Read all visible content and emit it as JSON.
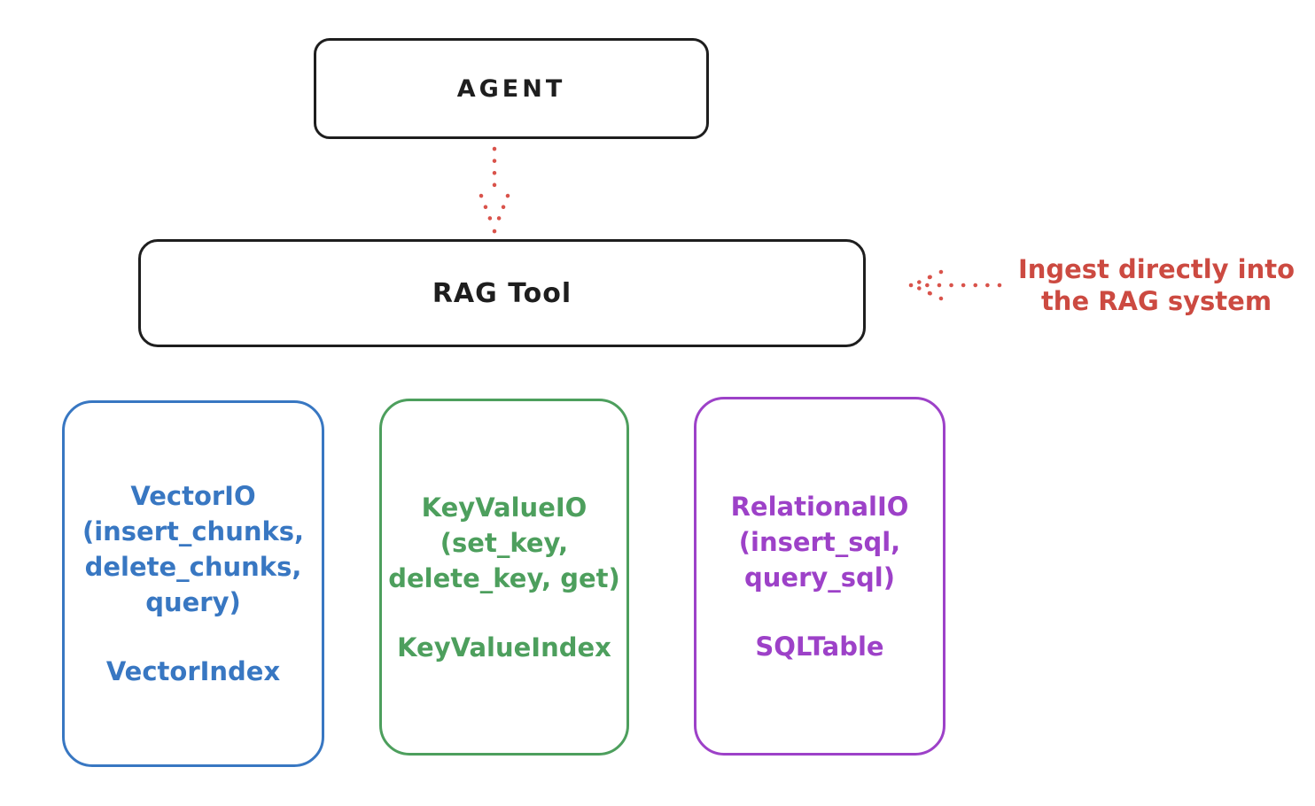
{
  "diagram": {
    "agent": {
      "label": "AGENT"
    },
    "rag_tool": {
      "label": "RAG Tool"
    },
    "annotation": {
      "line1": "Ingest directly into",
      "line2": "the RAG system"
    },
    "backends": [
      {
        "name": "vector-io",
        "line1": "VectorIO",
        "line2": "(insert_chunks,",
        "line3": "delete_chunks,",
        "line4": "query)",
        "index_label": "VectorIndex",
        "color": "#3877c2"
      },
      {
        "name": "keyvalue-io",
        "line1": "KeyValueIO",
        "line2": "(set_key,",
        "line3": "delete_key, get)",
        "index_label": "KeyValueIndex",
        "color": "#4d9f5d"
      },
      {
        "name": "relational-io",
        "line1": "RelationalIO",
        "line2": "(insert_sql,",
        "line3": "query_sql)",
        "index_label": "SQLTable",
        "color": "#9d41c8"
      }
    ],
    "colors": {
      "stroke": "#1e1e1e",
      "accent_red": "#cc4a41",
      "blue": "#3877c2",
      "green": "#4d9f5d",
      "purple": "#9d41c8"
    }
  }
}
